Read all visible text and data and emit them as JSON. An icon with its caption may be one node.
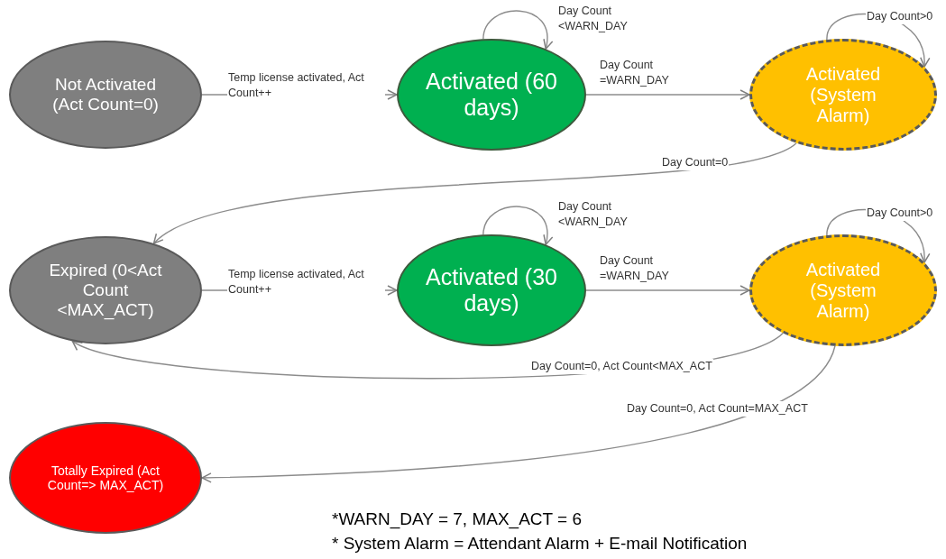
{
  "diagram": {
    "nodes": [
      {
        "text": [
          "Not Activated (Act Count=0)"
        ]
      },
      {
        "text": [
          "Activated (60 days)"
        ]
      },
      {
        "text": [
          "Activated (System Alarm)"
        ]
      },
      {
        "text": [
          "Expired (0<Act Count <MAX_ACT)"
        ]
      },
      {
        "text": [
          "Activated (30 days)"
        ]
      },
      {
        "text": [
          "Activated (System Alarm)"
        ]
      },
      {
        "text": [
          "Totally Expired (Act Count=> MAX_ACT)"
        ]
      }
    ],
    "edges": [
      {
        "from": 0,
        "to": 1,
        "arrow": "to",
        "label": "Temp license activated, Act Count++"
      },
      {
        "from": 1,
        "to": 1,
        "arrow": "to",
        "label": "Day Count <WARN_DAY"
      },
      {
        "from": 1,
        "to": 2,
        "arrow": "to",
        "label": "Day Count =WARN_DAY"
      },
      {
        "from": 2,
        "to": 2,
        "arrow": "to",
        "label": "Day Count>0"
      },
      {
        "from": 2,
        "to": 3,
        "arrow": "to",
        "label": "Day Count=0"
      },
      {
        "from": 3,
        "to": 4,
        "arrow": "to",
        "label": "Temp license activated, Act Count++"
      },
      {
        "from": 4,
        "to": 4,
        "arrow": "to",
        "label": "Day Count <WARN_DAY"
      },
      {
        "from": 4,
        "to": 5,
        "arrow": "to",
        "label": "Day Count =WARN_DAY"
      },
      {
        "from": 5,
        "to": 5,
        "arrow": "to",
        "label": "Day Count>0"
      },
      {
        "from": 5,
        "to": 3,
        "arrow": "to",
        "label": "Day Count=0, Act Count<MAX_ACT"
      },
      {
        "from": 5,
        "to": 6,
        "arrow": "to",
        "label": "Day Count=0, Act Count=MAX_ACT"
      }
    ],
    "labels": [
      "*WARN_DAY = 7, MAX_ACT = 6",
      "* System Alarm = Attendant Alarm + E-mail Notification"
    ]
  }
}
